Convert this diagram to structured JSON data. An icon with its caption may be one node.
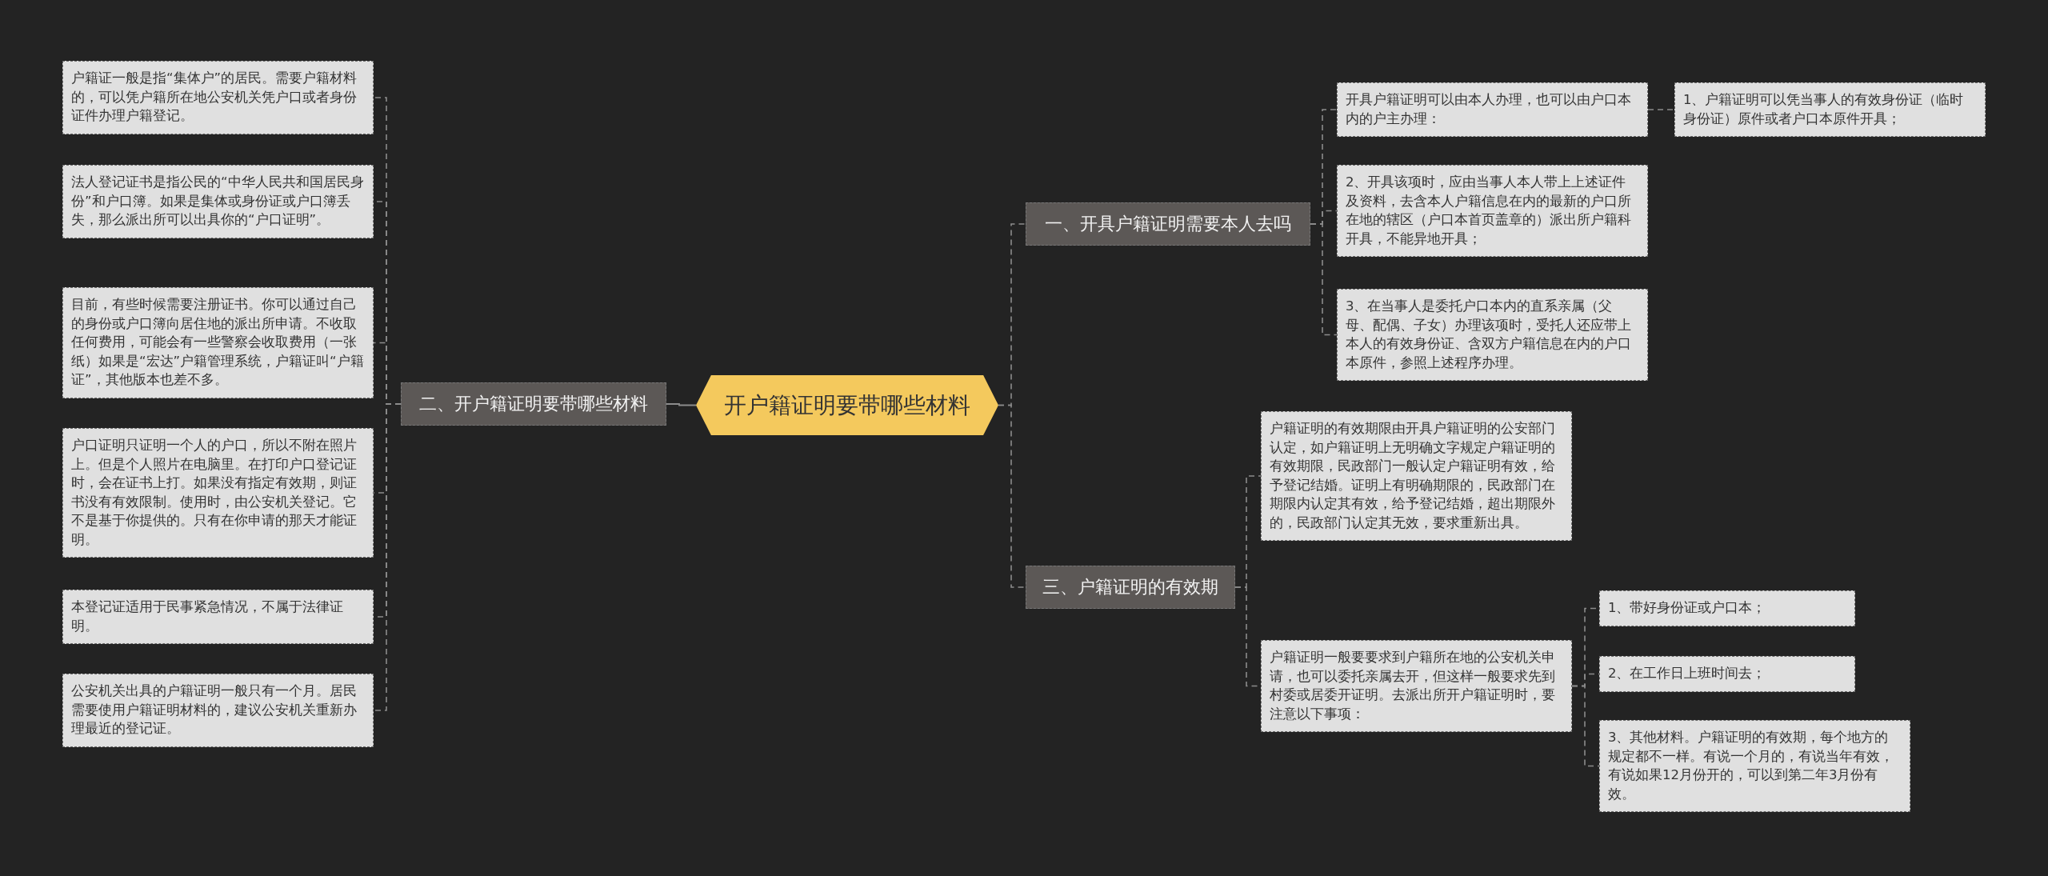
{
  "diagram": {
    "nodes": [
      {
        "text": [
          "开户籍证明要带哪些材料"
        ]
      },
      {
        "text": [
          "二、开户籍证明要带哪些材料"
        ]
      },
      {
        "text": [
          "户籍证一般是指“集体户”的居民。需要户籍材料的，可以凭户籍所在地公安机关凭户口或者身份证件办理户籍登记。"
        ]
      },
      {
        "text": [
          "法人登记证书是指公民的“中华人民共和国居民身份”和户口簿。如果是集体或身份证或户口簿丢失，那么派出所可以出具你的“户口证明”。"
        ]
      },
      {
        "text": [
          "目前，有些时候需要注册证书。你可以通过自己的身份或户口簿向居住地的派出所申请。不收取任何费用，可能会有一些警察会收取费用（一张纸）如果是“宏达”户籍管理系统，户籍证叫“户籍证”，其他版本也差不多。"
        ]
      },
      {
        "text": [
          "户口证明只证明一个人的户口，所以不附在照片上。但是个人照片在电脑里。在打印户口登记证时，会在证书上打。如果没有指定有效期，则证书没有有效限制。使用时，由公安机关登记。它不是基于你提供的。只有在你申请的那天才能证明。"
        ]
      },
      {
        "text": [
          "本登记证适用于民事紧急情况，不属于法律证明。"
        ]
      },
      {
        "text": [
          "公安机关出具的户籍证明一般只有一个月。居民需要使用户籍证明材料的，建议公安机关重新办理最近的登记证。"
        ]
      },
      {
        "text": [
          "一、开具户籍证明需要本人去吗"
        ]
      },
      {
        "text": [
          "开具户籍证明可以由本人办理，也可以由户口本内的户主办理："
        ]
      },
      {
        "text": [
          "1、户籍证明可以凭当事人的有效身份证（临时身份证）原件或者户口本原件开具；"
        ]
      },
      {
        "text": [
          "2、开具该项时，应由当事人本人带上上述证件及资料，去含本人户籍信息在内的最新的户口所在地的辖区（户口本首页盖章的）派出所户籍科开具，不能异地开具；"
        ]
      },
      {
        "text": [
          "3、在当事人是委托户口本内的直系亲属（父母、配偶、子女）办理该项时，受托人还应带上本人的有效身份证、含双方户籍信息在内的户口本原件，参照上述程序办理。"
        ]
      },
      {
        "text": [
          "三、户籍证明的有效期"
        ]
      },
      {
        "text": [
          "户籍证明的有效期限由开具户籍证明的公安部门认定，如户籍证明上无明确文字规定户籍证明的有效期限，民政部门一般认定户籍证明有效，给予登记结婚。证明上有明确期限的，民政部门在期限内认定其有效，给予登记结婚，超出期限外的，民政部门认定其无效，要求重新出具。"
        ]
      },
      {
        "text": [
          "户籍证明一般要要求到户籍所在地的公安机关申请，也可以委托亲属去开，但这样一般要求先到村委或居委开证明。去派出所开户籍证明时，要注意以下事项："
        ]
      },
      {
        "text": [
          "1、带好身份证或户口本；"
        ]
      },
      {
        "text": [
          "2、在工作日上班时间去；"
        ]
      },
      {
        "text": [
          "3、其他材料。户籍证明的有效期，每个地方的规定都不一样。有说一个月的，有说当年有效，有说如果12月份开的，可以到第二年3月份有效。"
        ]
      }
    ],
    "edges": [
      {
        "from": 0,
        "to": 1,
        "arrow": "none"
      },
      {
        "from": 1,
        "to": 2,
        "arrow": "none",
        "style": "dashed"
      },
      {
        "from": 1,
        "to": 3,
        "arrow": "none",
        "style": "dashed"
      },
      {
        "from": 1,
        "to": 4,
        "arrow": "none",
        "style": "dashed"
      },
      {
        "from": 1,
        "to": 5,
        "arrow": "none",
        "style": "dashed"
      },
      {
        "from": 1,
        "to": 6,
        "arrow": "none",
        "style": "dashed"
      },
      {
        "from": 1,
        "to": 7,
        "arrow": "none",
        "style": "dashed"
      },
      {
        "from": 0,
        "to": 8,
        "arrow": "none",
        "style": "dashed"
      },
      {
        "from": 8,
        "to": 9,
        "arrow": "none",
        "style": "dashed"
      },
      {
        "from": 9,
        "to": 10,
        "arrow": "none",
        "style": "dashed"
      },
      {
        "from": 8,
        "to": 11,
        "arrow": "none",
        "style": "dashed"
      },
      {
        "from": 8,
        "to": 12,
        "arrow": "none",
        "style": "dashed"
      },
      {
        "from": 0,
        "to": 13,
        "arrow": "none",
        "style": "dashed"
      },
      {
        "from": 13,
        "to": 14,
        "arrow": "none",
        "style": "dashed"
      },
      {
        "from": 13,
        "to": 15,
        "arrow": "none",
        "style": "dashed"
      },
      {
        "from": 15,
        "to": 16,
        "arrow": "none",
        "style": "dashed"
      },
      {
        "from": 15,
        "to": 17,
        "arrow": "none",
        "style": "dashed"
      },
      {
        "from": 15,
        "to": 18,
        "arrow": "none",
        "style": "dashed"
      }
    ]
  }
}
